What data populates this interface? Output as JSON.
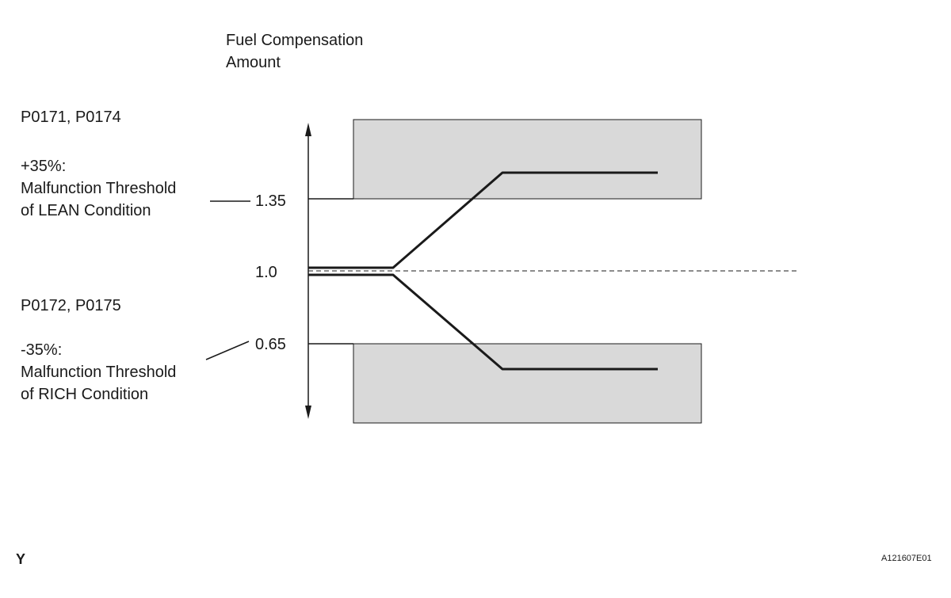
{
  "title_line1": "Fuel Compensation",
  "title_line2": "Amount",
  "lean": {
    "codes": "P0171, P0174",
    "percent": "+35%:",
    "line1": "Malfunction Threshold",
    "line2": "of LEAN Condition",
    "value": "1.35"
  },
  "center_value": "1.0",
  "rich": {
    "codes": "P0172, P0175",
    "percent": "-35%:",
    "line1": "Malfunction Threshold",
    "line2": "of RICH Condition",
    "value": "0.65"
  },
  "corner_mark": "Y",
  "figure_id": "A121607E01",
  "colors": {
    "zone_fill": "#d9d9d9",
    "line": "#1a1a1a"
  }
}
